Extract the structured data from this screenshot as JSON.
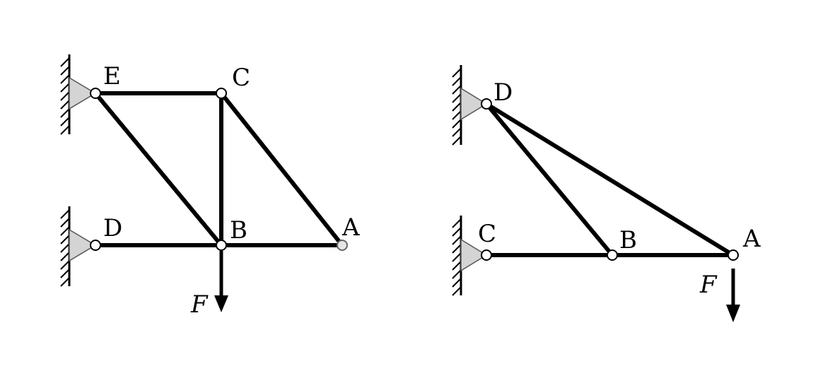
{
  "colors": {
    "ink": "#000000",
    "support_fill": "#d4d4d4",
    "background": "#ffffff"
  },
  "truss_left": {
    "labels": {
      "E": "E",
      "C": "C",
      "D": "D",
      "B": "B",
      "A": "A",
      "F": "F"
    },
    "members": [
      [
        "E",
        "C"
      ],
      [
        "E",
        "B"
      ],
      [
        "C",
        "B"
      ],
      [
        "C",
        "A"
      ],
      [
        "D",
        "B"
      ],
      [
        "B",
        "A"
      ]
    ],
    "supports": [
      "E",
      "D"
    ],
    "load_node": "B",
    "load_direction": "down"
  },
  "truss_right": {
    "labels": {
      "D": "D",
      "C": "C",
      "B": "B",
      "A": "A",
      "F": "F"
    },
    "members": [
      [
        "D",
        "B"
      ],
      [
        "D",
        "A"
      ],
      [
        "C",
        "B"
      ],
      [
        "B",
        "A"
      ]
    ],
    "supports": [
      "D",
      "C"
    ],
    "load_node": "A",
    "load_direction": "down"
  }
}
